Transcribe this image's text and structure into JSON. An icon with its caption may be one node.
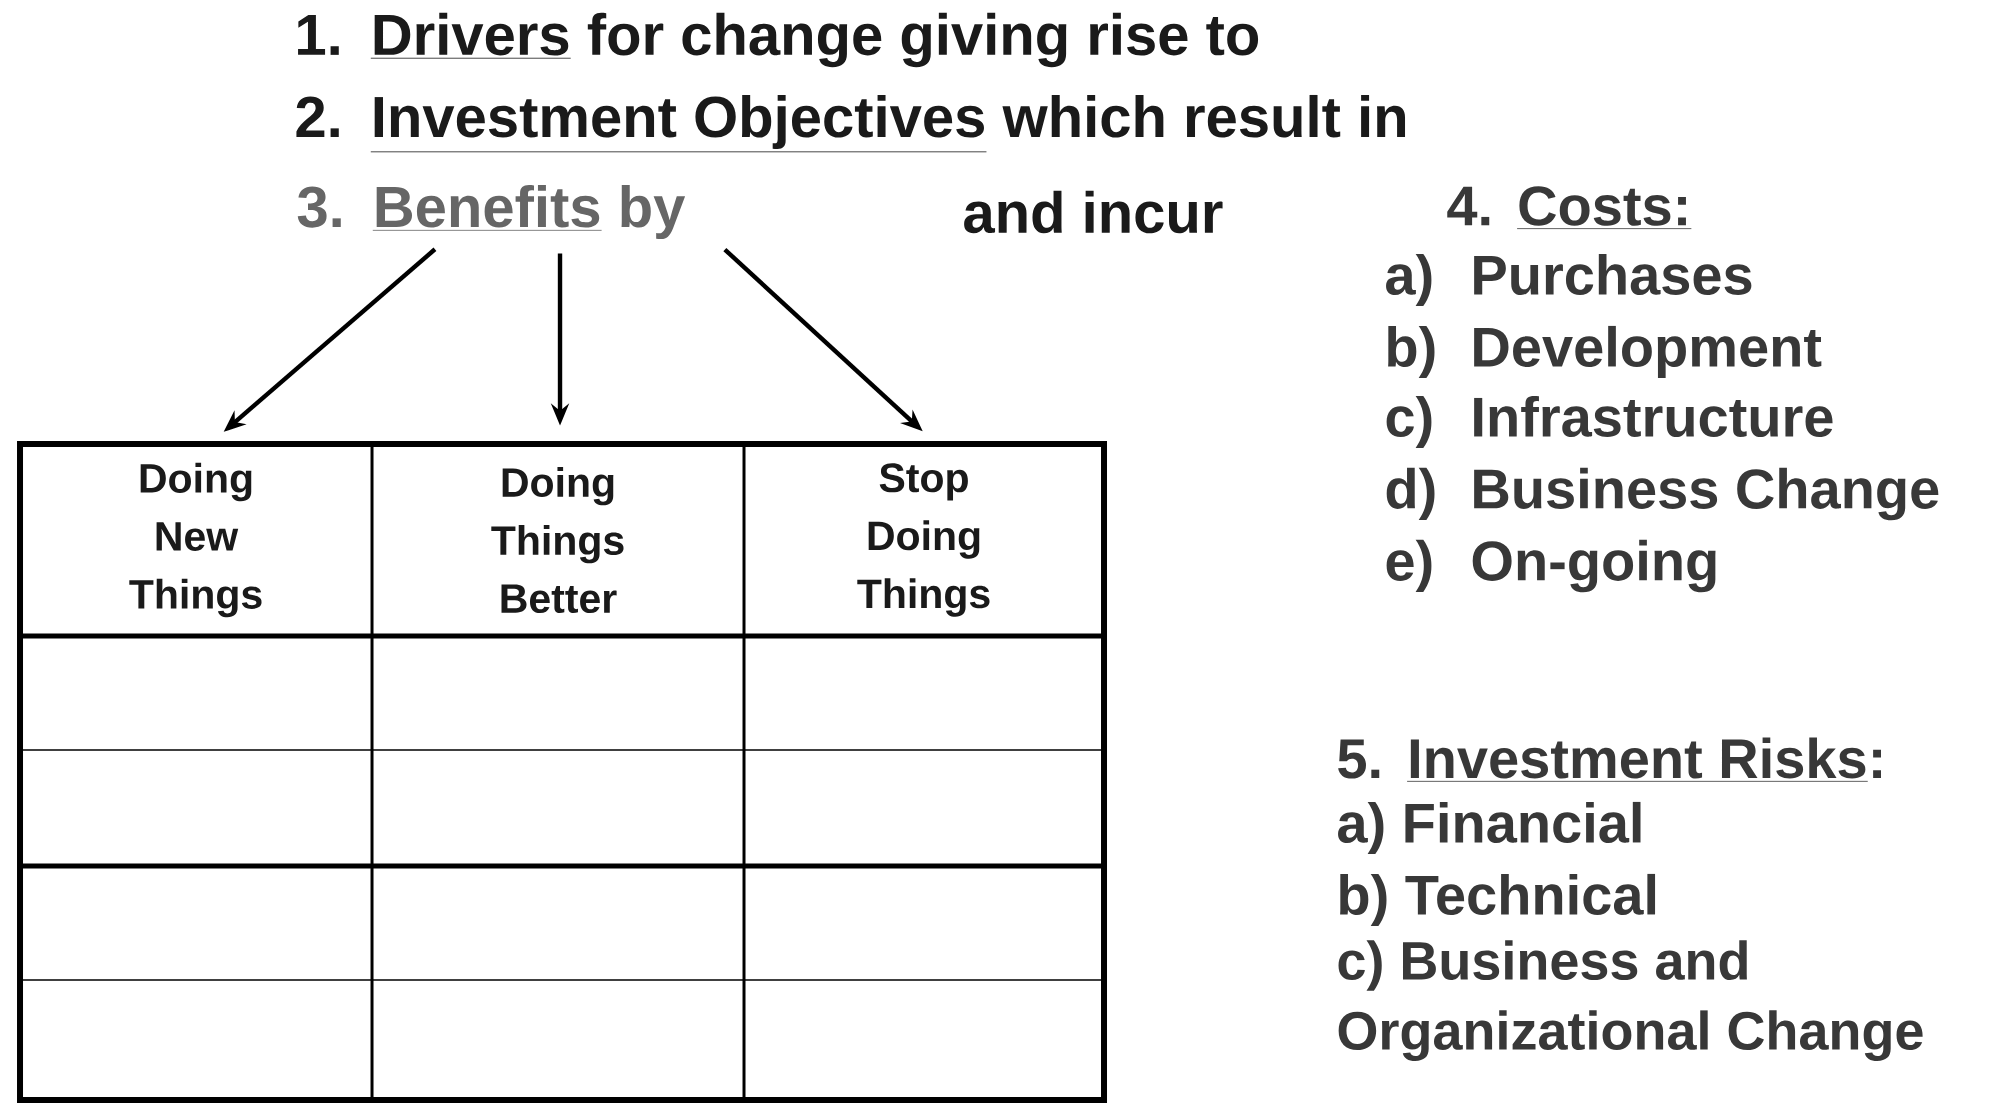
{
  "diagram": {
    "nodes": [
      {
        "text": [
          "3.",
          "Benefits",
          "by"
        ]
      },
      {
        "text": [
          "Doing New Things"
        ]
      },
      {
        "text": [
          "Doing Things Better"
        ]
      },
      {
        "text": [
          "Stop Doing Things"
        ]
      }
    ],
    "edges": [
      {
        "from": 0,
        "to": 1,
        "arrow": "to"
      },
      {
        "from": 0,
        "to": 2,
        "arrow": "to"
      },
      {
        "from": 0,
        "to": 3,
        "arrow": "to"
      }
    ],
    "labels": [
      "1.",
      "Drivers",
      "for change giving rise to",
      "2.",
      "Investment Objectives",
      "which result in",
      "and incur",
      "4.",
      "Costs:",
      "a)",
      "Purchases",
      "b)",
      "Development",
      "c)",
      "Infrastructure",
      "d)",
      "Business Change",
      "e)",
      "On-going",
      "5.",
      "Investment Risks",
      ":",
      "a) Financial",
      "b) Technical",
      "c) Business and Organizational Change"
    ]
  }
}
